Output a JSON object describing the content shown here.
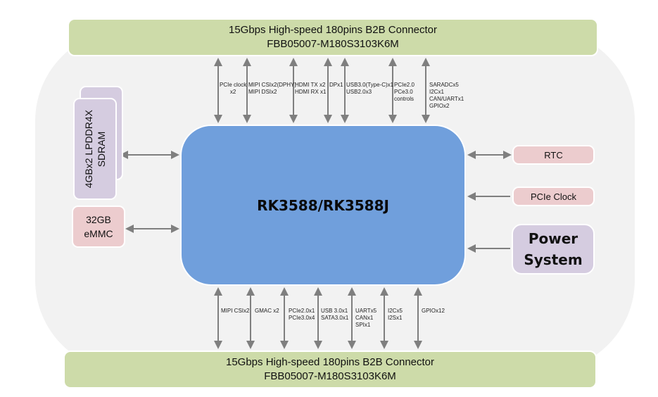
{
  "diagram": {
    "title": "RK3588/RK3588J",
    "top_connector": {
      "line1": "15Gbps High-speed 180pins B2B Connector",
      "line2": "FBB05007-M180S3103K6M"
    },
    "bottom_connector": {
      "line1": "15Gbps High-speed 180pins B2B Connector",
      "line2": "FBB05007-M180S3103K6M"
    },
    "memory": {
      "ram_line1": "4GBx2 LPDDR4X",
      "ram_line2": "SDRAM",
      "emmc_line1": "32GB",
      "emmc_line2": "eMMC"
    },
    "right_blocks": {
      "rtc": "RTC",
      "pcie_clock": "PCIe Clock",
      "power_line1": "Power",
      "power_line2": "System"
    },
    "top_signals": [
      {
        "lines": [
          "PCIe clock",
          "x2"
        ],
        "direction": "bidirectional"
      },
      {
        "lines": [
          "MIPI CSIx2(DPHY)",
          "MIPI DSIx2"
        ],
        "direction": "bidirectional"
      },
      {
        "lines": [
          "HDMI TX x2",
          "HDMI RX x1"
        ],
        "direction": "bidirectional"
      },
      {
        "lines": [
          "DPx1"
        ],
        "direction": "bidirectional"
      },
      {
        "lines": [
          "USB3.0(Type-C)x1",
          "USB2.0x3"
        ],
        "direction": "bidirectional"
      },
      {
        "lines": [
          "PCIe2.0",
          "PCe3.0",
          "controls"
        ],
        "direction": "bidirectional"
      },
      {
        "lines": [
          "SARADCx5",
          "I2Cx1",
          "CAN/UARTx1",
          "GPIOx2"
        ],
        "direction": "bidirectional"
      }
    ],
    "bottom_signals": [
      {
        "lines": [
          "MIPI CSIx2"
        ],
        "direction": "bidirectional"
      },
      {
        "lines": [
          "GMAC x2"
        ],
        "direction": "bidirectional"
      },
      {
        "lines": [
          "PCIe2.0x1",
          "PCIe3.0x4"
        ],
        "direction": "bidirectional"
      },
      {
        "lines": [
          "USB 3.0x1",
          "SATA3.0x1"
        ],
        "direction": "bidirectional"
      },
      {
        "lines": [
          "UARTx5",
          "CANx1",
          "SPIx1"
        ],
        "direction": "bidirectional"
      },
      {
        "lines": [
          "I2Cx5",
          "I2Sx1"
        ],
        "direction": "bidirectional"
      },
      {
        "lines": [
          "GPIOx12"
        ],
        "direction": "bidirectional"
      }
    ],
    "colors": {
      "soc": "#709fdc",
      "connector": "#cddba9",
      "memory_purple": "#d5cce0",
      "pink": "#ecccce",
      "arrow": "#7f7f7f",
      "background_panel": "#f2f2f2"
    }
  }
}
